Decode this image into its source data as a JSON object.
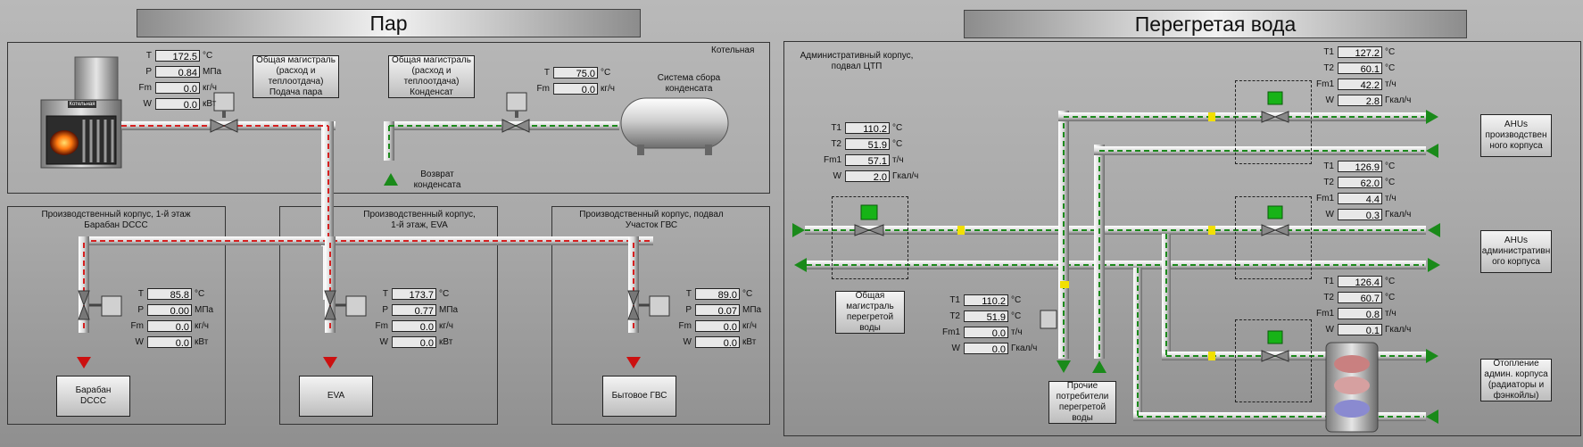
{
  "panels": {
    "steam": {
      "title": "Пар"
    },
    "hot_water": {
      "title": "Перегретая вода"
    }
  },
  "boiler_room": {
    "label": "Котельная",
    "boiler_badge": "Котельная",
    "steam_supply": {
      "label": "Общая магистраль\n(расход и\nтеплоотдача)\nПодача пара",
      "rows": [
        {
          "name": "T",
          "value": "172.5",
          "unit": "°C"
        },
        {
          "name": "P",
          "value": "0.84",
          "unit": "МПа"
        },
        {
          "name": "Fm",
          "value": "0.0",
          "unit": "кг/ч"
        },
        {
          "name": "W",
          "value": "0.0",
          "unit": "кВт"
        }
      ]
    },
    "condensate": {
      "label": "Общая магистраль\n(расход и\nтеплоотдача)\nКонденсат",
      "rows": [
        {
          "name": "T",
          "value": "75.0",
          "unit": "°C"
        },
        {
          "name": "Fm",
          "value": "0.0",
          "unit": "кг/ч"
        }
      ]
    },
    "collector_label": "Система сбора\nконденсата",
    "return_label": "Возврат\nконденсата"
  },
  "steam_consumers": [
    {
      "title": "Производственный корпус, 1-й этаж\nБарабан DCCC",
      "button": "Барабан\nDCCC",
      "rows": [
        {
          "name": "T",
          "value": "85.8",
          "unit": "°C"
        },
        {
          "name": "P",
          "value": "0.00",
          "unit": "МПа"
        },
        {
          "name": "Fm",
          "value": "0.0",
          "unit": "кг/ч"
        },
        {
          "name": "W",
          "value": "0.0",
          "unit": "кВт"
        }
      ]
    },
    {
      "title": "Производственный корпус,\n1-й этаж, EVA",
      "button": "EVA",
      "rows": [
        {
          "name": "T",
          "value": "173.7",
          "unit": "°C"
        },
        {
          "name": "P",
          "value": "0.77",
          "unit": "МПа"
        },
        {
          "name": "Fm",
          "value": "0.0",
          "unit": "кг/ч"
        },
        {
          "name": "W",
          "value": "0.0",
          "unit": "кВт"
        }
      ]
    },
    {
      "title": "Производственный корпус, подвал\nУчасток ГВС",
      "button": "Бытовое ГВС",
      "rows": [
        {
          "name": "T",
          "value": "89.0",
          "unit": "°C"
        },
        {
          "name": "P",
          "value": "0.07",
          "unit": "МПа"
        },
        {
          "name": "Fm",
          "value": "0.0",
          "unit": "кг/ч"
        },
        {
          "name": "W",
          "value": "0.0",
          "unit": "кВт"
        }
      ]
    }
  ],
  "hot_water": {
    "substation_label": "Административный корпус,\nподвал ЦТП",
    "main_rows": [
      {
        "name": "T1",
        "value": "110.2",
        "unit": "°C"
      },
      {
        "name": "T2",
        "value": "51.9",
        "unit": "°C"
      },
      {
        "name": "Fm1",
        "value": "57.1",
        "unit": "т/ч"
      },
      {
        "name": "W",
        "value": "2.0",
        "unit": "Гкал/ч"
      }
    ],
    "main_button": "Общая\nмагистраль\nперегретой\nводы",
    "other_rows": [
      {
        "name": "T1",
        "value": "110.2",
        "unit": "°C"
      },
      {
        "name": "T2",
        "value": "51.9",
        "unit": "°C"
      },
      {
        "name": "Fm1",
        "value": "0.0",
        "unit": "т/ч"
      },
      {
        "name": "W",
        "value": "0.0",
        "unit": "Гкал/ч"
      }
    ],
    "other_button": "Прочие\nпотребители\nперегретой\nводы",
    "branches": [
      {
        "rows": [
          {
            "name": "T1",
            "value": "127.2",
            "unit": "°C"
          },
          {
            "name": "T2",
            "value": "60.1",
            "unit": "°C"
          },
          {
            "name": "Fm1",
            "value": "42.2",
            "unit": "т/ч"
          },
          {
            "name": "W",
            "value": "2.8",
            "unit": "Гкал/ч"
          }
        ],
        "button": "AHUs\nпроизводствен\nного корпуса"
      },
      {
        "rows": [
          {
            "name": "T1",
            "value": "126.9",
            "unit": "°C"
          },
          {
            "name": "T2",
            "value": "62.0",
            "unit": "°C"
          },
          {
            "name": "Fm1",
            "value": "4.4",
            "unit": "т/ч"
          },
          {
            "name": "W",
            "value": "0.3",
            "unit": "Гкал/ч"
          }
        ],
        "button": "AHUs\nадминистративн\nого корпуса"
      },
      {
        "rows": [
          {
            "name": "T1",
            "value": "126.4",
            "unit": "°C"
          },
          {
            "name": "T2",
            "value": "60.7",
            "unit": "°C"
          },
          {
            "name": "Fm1",
            "value": "0.8",
            "unit": "т/ч"
          },
          {
            "name": "W",
            "value": "0.1",
            "unit": "Гкал/ч"
          }
        ],
        "button": "Отопление\nадмин. корпуса\n(радиаторы и\nфэнкойлы)"
      }
    ]
  },
  "colors": {
    "steam_line": "#d62020",
    "water_line": "#1c8a1c",
    "arrow_red": "#cc1010",
    "arrow_green": "#1a8a1a",
    "valve_green": "#17b317",
    "marker_yellow": "#f2e000"
  }
}
